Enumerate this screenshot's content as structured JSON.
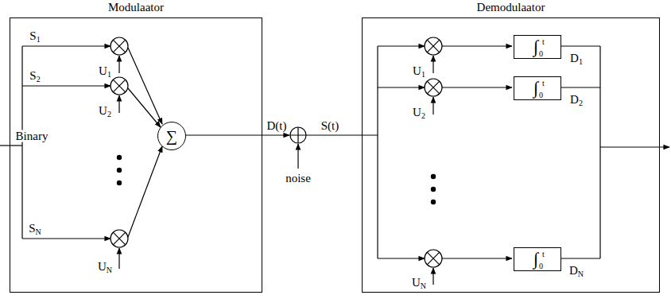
{
  "diagram": {
    "nodes": [
      {
        "text": [
          "Modulaator"
        ]
      },
      {
        "text": [
          "∑"
        ],
        "in": 0
      },
      {
        "text": [
          "Demodulaator"
        ]
      },
      {
        "text": [
          "∫",
          "t",
          "0"
        ],
        "in": 2
      },
      {
        "text": [
          "∫",
          "t",
          "0"
        ],
        "in": 2
      },
      {
        "text": [
          "∫",
          "t",
          "0"
        ],
        "in": 2
      }
    ],
    "labels": [
      "Binary",
      "S1",
      "S2",
      "SN",
      "U1",
      "U2",
      "UN",
      "D(t)",
      "S(t)",
      "noise",
      "U1",
      "U2",
      "UN",
      "D1",
      "D2",
      "DN"
    ]
  }
}
